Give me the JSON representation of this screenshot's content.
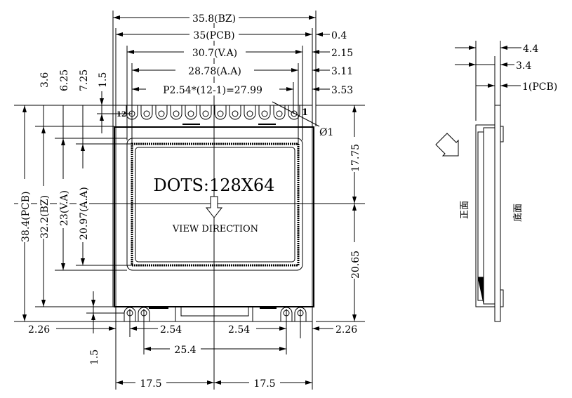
{
  "front_view": {
    "dims_top": {
      "bz_width": "35.8(BZ)",
      "pcb_width": "35(PCB)",
      "va_width": "30.7(V.A)",
      "aa_width": "28.78(A.A)",
      "pin_pitch": "P2.54*(12-1)=27.99",
      "right_offset_1": "0.4",
      "right_offset_2": "2.15",
      "right_offset_3": "3.11",
      "right_offset_4": "3.53"
    },
    "dims_left": {
      "d1": "3.6",
      "d2": "6.25",
      "d3": "7.25",
      "d4": "1.5",
      "pcb_height": "38.4(PCB)",
      "bz_height": "32.2(BZ)",
      "va_height": "23(V.A)",
      "aa_height": "20.97(A.A)"
    },
    "dims_right": {
      "upper": "17.75",
      "lower": "20.65"
    },
    "dims_bottom": {
      "left_edge": "2.26",
      "left_pitch": "2.54",
      "right_pitch": "2.54",
      "right_edge": "2.26",
      "hole_offset": "1.5",
      "hole_span": "25.4",
      "half_left": "17.5",
      "half_right": "17.5"
    },
    "pin_first_label": "12",
    "pin_last_label": "1",
    "hole_diameter": "Ø1",
    "display_dots": "DOTS:128X64",
    "view_direction": "VIEW DIRECTION"
  },
  "side_view": {
    "total_thickness": "4.4",
    "module_thickness": "3.4",
    "pcb_thickness": "1(PCB)",
    "front_label": "正面",
    "back_label": "底面"
  }
}
